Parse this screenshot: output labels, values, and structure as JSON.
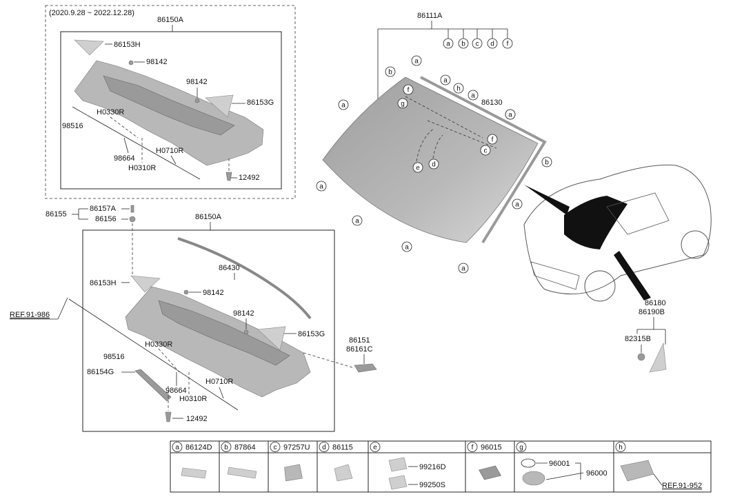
{
  "top_kit": {
    "date_range": "(2020.9.28 ~ 2022.12.28)",
    "assembly": "86150A",
    "labels": [
      "86153H",
      "98142",
      "98142",
      "86153G",
      "98516",
      "H0330R",
      "98664",
      "H0710R",
      "H0310R",
      "12492"
    ]
  },
  "bottom_kit": {
    "assembly": "86150A",
    "seal": "86430",
    "group_label": "86155",
    "sub_a": "86157A",
    "sub_b": "86156",
    "labels": [
      "86153H",
      "98142",
      "98142",
      "86153G",
      "98516",
      "H0330R",
      "86154G",
      "98664",
      "H0310R",
      "H0710R",
      "12492"
    ],
    "ref_prefix": "REF.",
    "ref_suffix": "91-986",
    "side_a": "86151",
    "side_b": "86161C"
  },
  "windshield": {
    "assembly": "86111A",
    "header_circles": [
      "a",
      "b",
      "c",
      "d",
      "f"
    ],
    "moulding": "86130",
    "circles": [
      "a",
      "b",
      "a",
      "a",
      "h",
      "a",
      "a",
      "f",
      "g",
      "f",
      "c",
      "e",
      "d",
      "b",
      "a",
      "a",
      "a",
      "a",
      "a",
      "a"
    ]
  },
  "vehicle": {
    "labels": [
      "86180",
      "86190B",
      "82315B"
    ]
  },
  "legend": {
    "cells": [
      {
        "key": "a",
        "part": "86124D"
      },
      {
        "key": "b",
        "part": "87864"
      },
      {
        "key": "c",
        "part": "97257U"
      },
      {
        "key": "d",
        "part": "86115"
      },
      {
        "key": "e",
        "part": ""
      },
      {
        "key": "f",
        "part": "96015"
      },
      {
        "key": "g",
        "part": ""
      },
      {
        "key": "h",
        "part": ""
      }
    ],
    "e_parts": [
      "99216D",
      "99250S"
    ],
    "g_parts": [
      "96001",
      "96000"
    ],
    "h_ref_prefix": "REF.",
    "h_ref_suffix": "91-952"
  }
}
